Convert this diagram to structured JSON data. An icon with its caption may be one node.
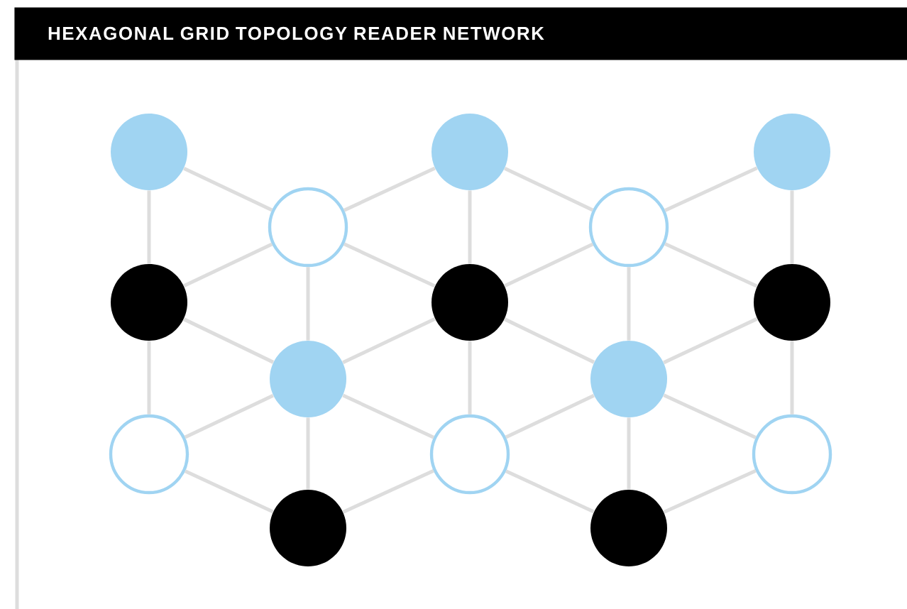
{
  "diagram": {
    "title": "HEXAGONAL GRID TOPOLOGY READER NETWORK",
    "nodes": [
      {
        "text": [],
        "shape": "circle"
      },
      {
        "text": [],
        "shape": "circle"
      },
      {
        "text": [],
        "shape": "circle"
      },
      {
        "text": [],
        "shape": "circle"
      },
      {
        "text": [],
        "shape": "circle"
      },
      {
        "text": [],
        "shape": "circle"
      },
      {
        "text": [],
        "shape": "circle"
      },
      {
        "text": [],
        "shape": "circle"
      },
      {
        "text": [],
        "shape": "circle"
      },
      {
        "text": [],
        "shape": "circle"
      },
      {
        "text": [],
        "shape": "circle"
      },
      {
        "text": [],
        "shape": "circle"
      },
      {
        "text": [],
        "shape": "circle"
      },
      {
        "text": [],
        "shape": "circle"
      },
      {
        "text": [],
        "shape": "circle"
      }
    ],
    "edges": [
      {
        "from": 0,
        "to": 3,
        "arrow": "none"
      },
      {
        "from": 3,
        "to": 1,
        "arrow": "none"
      },
      {
        "from": 1,
        "to": 4,
        "arrow": "none"
      },
      {
        "from": 4,
        "to": 2,
        "arrow": "none"
      },
      {
        "from": 0,
        "to": 5,
        "arrow": "none"
      },
      {
        "from": 1,
        "to": 6,
        "arrow": "none"
      },
      {
        "from": 2,
        "to": 7,
        "arrow": "none"
      },
      {
        "from": 3,
        "to": 5,
        "arrow": "none"
      },
      {
        "from": 3,
        "to": 6,
        "arrow": "none"
      },
      {
        "from": 3,
        "to": 8,
        "arrow": "none"
      },
      {
        "from": 4,
        "to": 6,
        "arrow": "none"
      },
      {
        "from": 4,
        "to": 7,
        "arrow": "none"
      },
      {
        "from": 4,
        "to": 9,
        "arrow": "none"
      },
      {
        "from": 5,
        "to": 8,
        "arrow": "none"
      },
      {
        "from": 6,
        "to": 8,
        "arrow": "none"
      },
      {
        "from": 6,
        "to": 9,
        "arrow": "none"
      },
      {
        "from": 7,
        "to": 9,
        "arrow": "none"
      },
      {
        "from": 5,
        "to": 10,
        "arrow": "none"
      },
      {
        "from": 6,
        "to": 11,
        "arrow": "none"
      },
      {
        "from": 7,
        "to": 12,
        "arrow": "none"
      },
      {
        "from": 8,
        "to": 10,
        "arrow": "none"
      },
      {
        "from": 8,
        "to": 11,
        "arrow": "none"
      },
      {
        "from": 8,
        "to": 13,
        "arrow": "none"
      },
      {
        "from": 9,
        "to": 11,
        "arrow": "none"
      },
      {
        "from": 9,
        "to": 12,
        "arrow": "none"
      },
      {
        "from": 9,
        "to": 14,
        "arrow": "none"
      },
      {
        "from": 10,
        "to": 13,
        "arrow": "none"
      },
      {
        "from": 13,
        "to": 11,
        "arrow": "none"
      },
      {
        "from": 11,
        "to": 14,
        "arrow": "none"
      },
      {
        "from": 14,
        "to": 12,
        "arrow": "none"
      }
    ]
  }
}
